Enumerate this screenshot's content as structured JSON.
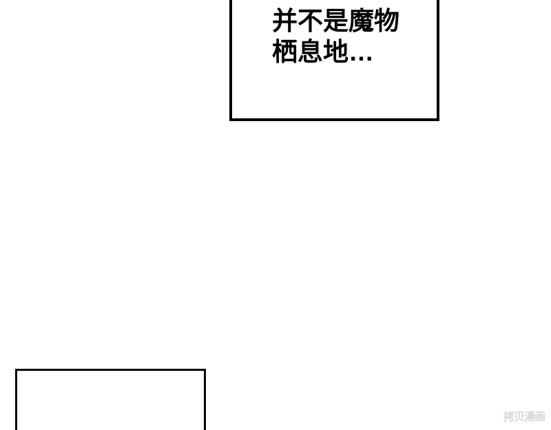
{
  "page": {
    "type": "comic-page",
    "background_color": "#ffffff",
    "panel_border_color": "#000000",
    "text_color": "#000000"
  },
  "bubbles": {
    "top": {
      "lines": [
        "并不是魔物",
        "栖息地…"
      ]
    },
    "bottom_left": {
      "lines": []
    }
  },
  "watermark": {
    "text": "拷贝漫画",
    "color": "#d6d6d6"
  }
}
